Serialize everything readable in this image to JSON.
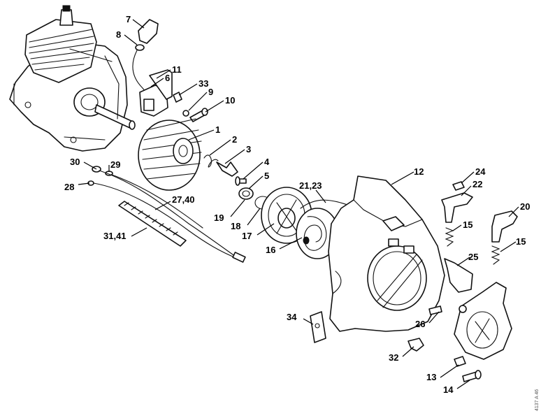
{
  "callouts": [
    {
      "id": "c7",
      "text": "7"
    },
    {
      "id": "c8",
      "text": "8"
    },
    {
      "id": "c11",
      "text": "11"
    },
    {
      "id": "c6",
      "text": "6"
    },
    {
      "id": "c33",
      "text": "33"
    },
    {
      "id": "c9",
      "text": "9"
    },
    {
      "id": "c10",
      "text": "10"
    },
    {
      "id": "c1",
      "text": "1"
    },
    {
      "id": "c2",
      "text": "2"
    },
    {
      "id": "c3",
      "text": "3"
    },
    {
      "id": "c4",
      "text": "4"
    },
    {
      "id": "c5",
      "text": "5"
    },
    {
      "id": "c30",
      "text": "30"
    },
    {
      "id": "c29",
      "text": "29"
    },
    {
      "id": "c28",
      "text": "28"
    },
    {
      "id": "c27_40",
      "text": "27,40"
    },
    {
      "id": "c31_41",
      "text": "31,41"
    },
    {
      "id": "c19",
      "text": "19"
    },
    {
      "id": "c18",
      "text": "18"
    },
    {
      "id": "c17",
      "text": "17"
    },
    {
      "id": "c21_23",
      "text": "21,23"
    },
    {
      "id": "c16",
      "text": "16"
    },
    {
      "id": "c12",
      "text": "12"
    },
    {
      "id": "c24",
      "text": "24"
    },
    {
      "id": "c22",
      "text": "22"
    },
    {
      "id": "c20",
      "text": "20"
    },
    {
      "id": "c15a",
      "text": "15"
    },
    {
      "id": "c15b",
      "text": "15"
    },
    {
      "id": "c25",
      "text": "25"
    },
    {
      "id": "c34",
      "text": "34"
    },
    {
      "id": "c26",
      "text": "26"
    },
    {
      "id": "c32",
      "text": "32"
    },
    {
      "id": "c13",
      "text": "13"
    },
    {
      "id": "c14",
      "text": "14"
    }
  ],
  "watermark": "4137 A 46"
}
